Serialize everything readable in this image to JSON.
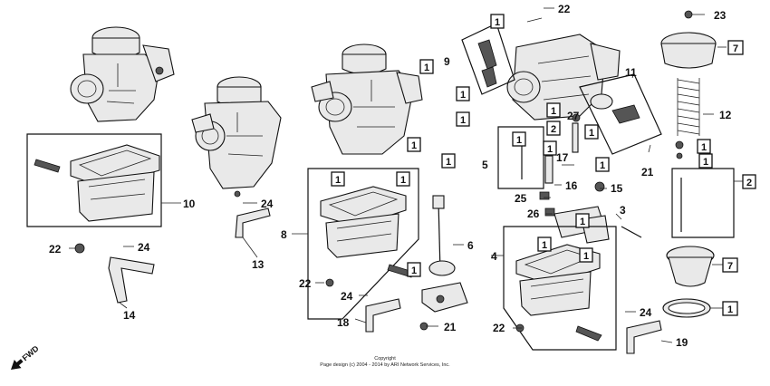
{
  "callouts": [
    {
      "id": "c23",
      "text": "23"
    },
    {
      "id": "c22a",
      "text": "22"
    },
    {
      "id": "c9",
      "text": "9"
    },
    {
      "id": "c11",
      "text": "11"
    },
    {
      "id": "c12",
      "text": "12"
    },
    {
      "id": "c27",
      "text": "27"
    },
    {
      "id": "c17",
      "text": "17"
    },
    {
      "id": "c5",
      "text": "5"
    },
    {
      "id": "c21a",
      "text": "21"
    },
    {
      "id": "c16",
      "text": "16"
    },
    {
      "id": "c15",
      "text": "15"
    },
    {
      "id": "c25",
      "text": "25"
    },
    {
      "id": "c26",
      "text": "26"
    },
    {
      "id": "c3",
      "text": "3"
    },
    {
      "id": "c10",
      "text": "10"
    },
    {
      "id": "c24a",
      "text": "24"
    },
    {
      "id": "c8",
      "text": "8"
    },
    {
      "id": "c13",
      "text": "13"
    },
    {
      "id": "c22b",
      "text": "22"
    },
    {
      "id": "c24b",
      "text": "24"
    },
    {
      "id": "c14",
      "text": "14"
    },
    {
      "id": "c6",
      "text": "6"
    },
    {
      "id": "c4",
      "text": "4"
    },
    {
      "id": "c22c",
      "text": "22"
    },
    {
      "id": "c24c",
      "text": "24"
    },
    {
      "id": "c18",
      "text": "18"
    },
    {
      "id": "c21b",
      "text": "21"
    },
    {
      "id": "c22d",
      "text": "22"
    },
    {
      "id": "c24d",
      "text": "24"
    },
    {
      "id": "c19",
      "text": "19"
    }
  ],
  "boxed_callouts": [
    {
      "id": "b1a",
      "text": "1"
    },
    {
      "id": "b7a",
      "text": "7"
    },
    {
      "id": "b1b",
      "text": "1"
    },
    {
      "id": "b1c",
      "text": "1"
    },
    {
      "id": "b1d",
      "text": "1"
    },
    {
      "id": "b1e",
      "text": "1"
    },
    {
      "id": "b1f",
      "text": "1"
    },
    {
      "id": "b2a",
      "text": "2"
    },
    {
      "id": "b1g",
      "text": "1"
    },
    {
      "id": "b1h",
      "text": "1"
    },
    {
      "id": "b1i",
      "text": "1"
    },
    {
      "id": "b1j",
      "text": "1"
    },
    {
      "id": "b1k",
      "text": "1"
    },
    {
      "id": "b1l",
      "text": "1"
    },
    {
      "id": "b1m",
      "text": "1"
    },
    {
      "id": "b1n",
      "text": "1"
    },
    {
      "id": "b1o",
      "text": "1"
    },
    {
      "id": "b2b",
      "text": "2"
    },
    {
      "id": "b1p",
      "text": "1"
    },
    {
      "id": "b1q",
      "text": "1"
    },
    {
      "id": "b1r",
      "text": "1"
    },
    {
      "id": "b7b",
      "text": "7"
    },
    {
      "id": "b1s",
      "text": "1"
    },
    {
      "id": "b1t",
      "text": "1"
    }
  ],
  "footer": {
    "copyright_line1": "Copyright",
    "copyright_line2": "Page design (c) 2004 - 2014 by ARI Network Services, Inc."
  },
  "direction_marker": {
    "text": "FWD",
    "icon": "forward-arrow-icon"
  }
}
